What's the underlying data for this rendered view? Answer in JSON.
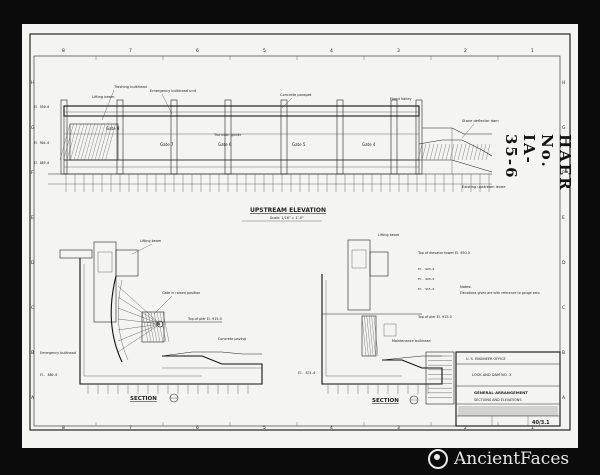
{
  "grid": {
    "columns": [
      "8",
      "7",
      "6",
      "5",
      "4",
      "3",
      "2",
      "1"
    ],
    "rows": [
      "H",
      "G",
      "F",
      "E",
      "D",
      "C",
      "B",
      "A"
    ]
  },
  "upstream": {
    "title": "UPSTREAM ELEVATION",
    "gates": [
      "Gate 8",
      "Gate 7",
      "Gate 6",
      "Gate 5",
      "Gate 4"
    ],
    "notes": [
      "Trashing bulkhead",
      "Lifting beam",
      "Emergency bulkhead unit",
      "Concrete parapet",
      "Trunnion girder",
      "Stone deflector dam",
      "Flood Valley",
      "Existing upstream levee"
    ]
  },
  "section_a": {
    "title": "SECTION",
    "labels": [
      "Lifting beam",
      "Gate in raised position",
      "Emergency bulkhead",
      "Concrete paving",
      "Top of pier El. 915.0",
      "El. 880.0"
    ]
  },
  "section_b": {
    "title": "SECTION",
    "labels": [
      "Lifting beam",
      "Top of elevator tower El. 950.0",
      "Maintenance bulkhead",
      "Top of pier El. 915.0",
      "El. 874.0"
    ]
  },
  "notes_block": {
    "lines": [
      "Notes:",
      "Elevations given are with reference to gauge zero."
    ]
  },
  "title_block": {
    "agency": "U. S. ENGINEER OFFICE",
    "project": "LOCK AND DAM NO. 3",
    "sheet_title": "GENERAL ARRANGEMENT",
    "sheet_subtitle": "SECTIONS AND ELEVATIONS",
    "drawing_no": "40/3.1"
  },
  "stamp": {
    "text": "HAER No. IA-35-6"
  },
  "watermark": {
    "text": "AncientFaces"
  }
}
